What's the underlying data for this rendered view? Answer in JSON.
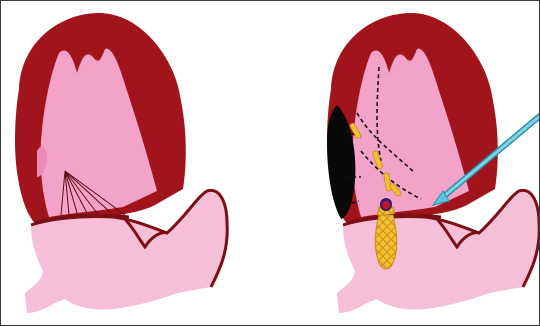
{
  "figure": {
    "panels": [
      {
        "id": "left",
        "title": "",
        "elements": [
          "myocardium",
          "ventricle-cavity",
          "chordae",
          "mitral-leaflet",
          "aortic-root"
        ]
      },
      {
        "id": "right",
        "title": "",
        "elements": [
          "myocardium",
          "ventricle-cavity",
          "dashed-outline",
          "black-region",
          "yellow-dashes",
          "marker-dot",
          "crosshatched-band",
          "catheter-arrow",
          "mitral-leaflet",
          "aortic-root"
        ]
      }
    ],
    "colors": {
      "myocardium": "#a1141c",
      "cavity": "#f2a3c7",
      "cavity_light": "#f6bfd8",
      "outline": "#7c0f16",
      "catheter": "#58c3da",
      "accent_yellow": "#f2c232",
      "hatch": "#e3a928",
      "dark_region": "#090909"
    }
  }
}
